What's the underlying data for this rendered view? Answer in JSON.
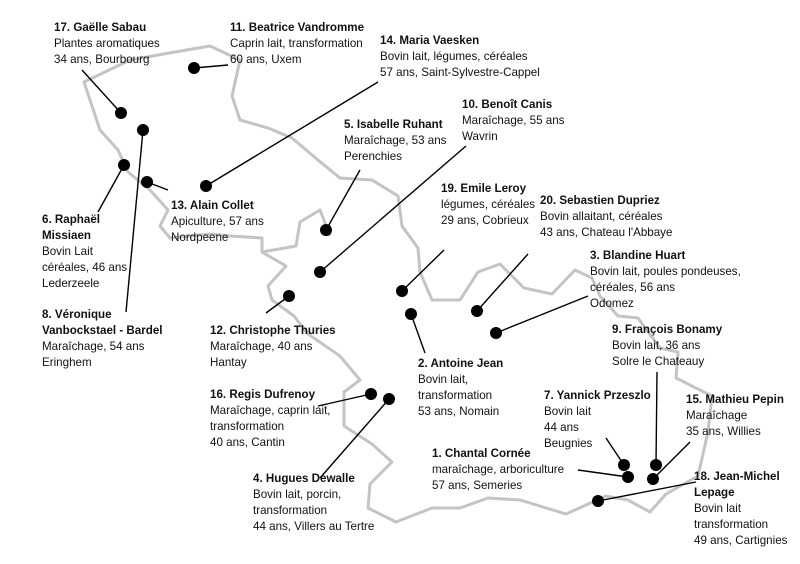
{
  "colors": {
    "region_outline": "#c4c4c4",
    "marker": "#000000",
    "text": "#111111"
  },
  "farmers": [
    {
      "id": "17",
      "name": "17. Gaëlle Sabau",
      "lines": [
        "Plantes aromatiques",
        "34 ans, Bourbourg"
      ]
    },
    {
      "id": "11",
      "name": "11. Beatrice Vandromme",
      "lines": [
        "Caprin lait, transformation",
        "60 ans, Uxem"
      ]
    },
    {
      "id": "14",
      "name": "14. Maria Vaesken",
      "lines": [
        "Bovin lait, légumes, céréales",
        "57 ans, Saint-Sylvestre-Cappel"
      ]
    },
    {
      "id": "10",
      "name": "10. Benoît Canis",
      "lines": [
        "Maraîchage, 55 ans",
        "Wavrin"
      ]
    },
    {
      "id": "5",
      "name": "5. Isabelle Ruhant",
      "lines": [
        "Maraîchage, 53 ans",
        "Perenchies"
      ]
    },
    {
      "id": "19",
      "name": "19. Emile Leroy",
      "lines": [
        "légumes, céréales",
        "29 ans, Cobrieux"
      ]
    },
    {
      "id": "20",
      "name": "20. Sebastien Dupriez",
      "lines": [
        "Bovin allaitant, céréales",
        "43 ans, Chateau l'Abbaye"
      ]
    },
    {
      "id": "13",
      "name": "13. Alain Collet",
      "lines": [
        "Apiculture, 57 ans",
        "Nordpeene"
      ]
    },
    {
      "id": "6",
      "name": "6. Raphaël\nMissiaen",
      "lines": [
        "Bovin Lait",
        "céréales, 46 ans",
        "Lederzeele"
      ]
    },
    {
      "id": "3",
      "name": "3. Blandine Huart",
      "lines": [
        "Bovin lait, poules pondeuses,",
        "céréales, 56 ans",
        "Odomez"
      ]
    },
    {
      "id": "8",
      "name": "8. Véronique\nVanbockstael - Bardel",
      "lines": [
        "Maraîchage, 54 ans",
        "Eringhem"
      ]
    },
    {
      "id": "12",
      "name": "12. Christophe Thuries",
      "lines": [
        "Maraîchage, 40 ans",
        "Hantay"
      ]
    },
    {
      "id": "9",
      "name": "9. François Bonamy",
      "lines": [
        "Bovin lait, 36 ans",
        "Solre le Chateauy"
      ]
    },
    {
      "id": "2",
      "name": "2. Antoine Jean",
      "lines": [
        "Bovin lait,",
        "transformation",
        "53 ans, Nomain"
      ]
    },
    {
      "id": "16",
      "name": "16. Regis Dufrenoy",
      "lines": [
        "Maraîchage, caprin lait,",
        "transformation",
        "40 ans, Cantin"
      ]
    },
    {
      "id": "7",
      "name": "7. Yannick Przeszlo",
      "lines": [
        "Bovin lait",
        "44 ans",
        "Beugnies"
      ]
    },
    {
      "id": "15",
      "name": "15. Mathieu Pepin",
      "lines": [
        "Maraîchage",
        "35 ans, Willies"
      ]
    },
    {
      "id": "1",
      "name": "1. Chantal Cornée",
      "lines": [
        "maraîchage, arboriculture",
        "57 ans, Semeries"
      ]
    },
    {
      "id": "4",
      "name": "4. Hugues Dewalle",
      "lines": [
        "Bovin lait, porcin,",
        "transformation",
        "44 ans, Villers au Tertre"
      ]
    },
    {
      "id": "18",
      "name": "18. Jean-Michel\nLepage",
      "lines": [
        "Bovin lait",
        "transformation",
        "49 ans, Cartignies"
      ]
    }
  ]
}
